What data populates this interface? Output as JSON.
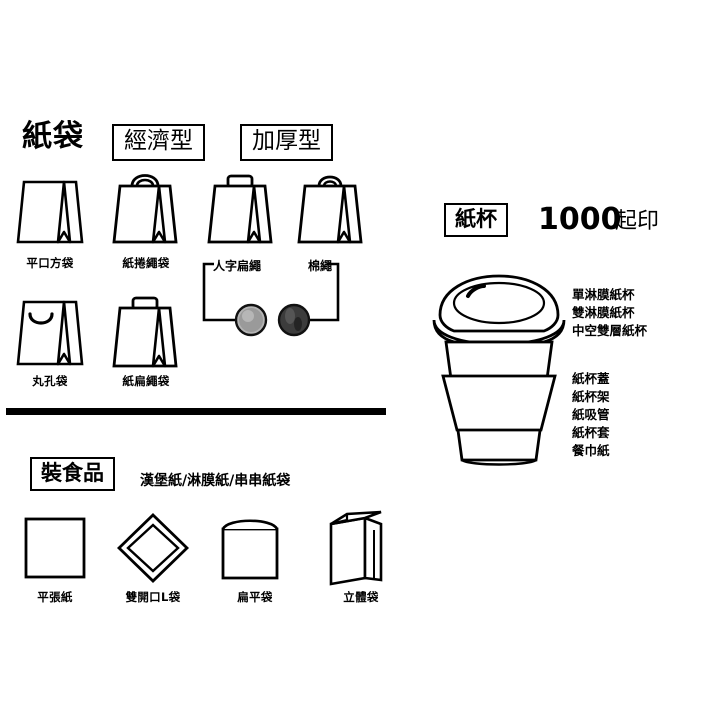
{
  "sections": {
    "paper_bag": {
      "title": "紙袋",
      "badges": [
        {
          "label": "經濟型"
        },
        {
          "label": "加厚型"
        }
      ],
      "row1": [
        {
          "caption": "平口方袋",
          "icon": "flat-square-bag-icon"
        },
        {
          "caption": "紙捲繩袋",
          "icon": "twisted-rope-handle-bag-icon"
        },
        {
          "caption": "人字扁繩",
          "icon": "herringbone-flat-rope-icon"
        },
        {
          "caption": "棉繩",
          "icon": "cotton-rope-icon"
        }
      ],
      "row2": [
        {
          "caption": "丸孔袋",
          "icon": "round-hole-bag-icon"
        },
        {
          "caption": "紙扁繩袋",
          "icon": "flat-rope-handle-bag-icon"
        }
      ]
    },
    "paper_cup": {
      "badge": "紙杯",
      "moq_number": "1000",
      "moq_unit": "起印",
      "cup_icon": "paper-cup-with-lid-icon",
      "list_group_1": [
        "單淋膜紙杯",
        "雙淋膜紙杯",
        "中空雙層紙杯"
      ],
      "list_group_2": [
        "紙杯蓋",
        "紙杯架",
        "紙吸管",
        "紙杯套",
        "餐巾紙"
      ]
    },
    "food_packaging": {
      "badge": "裝食品",
      "subtitle": "漢堡紙/淋膜紙/串串紙袋",
      "items": [
        {
          "caption": "平張紙",
          "icon": "flat-sheet-paper-icon"
        },
        {
          "caption": "雙開口L袋",
          "icon": "double-open-l-bag-icon"
        },
        {
          "caption": "扁平袋",
          "icon": "flat-bag-icon"
        },
        {
          "caption": "立體袋",
          "icon": "three-dimensional-bag-icon"
        }
      ]
    }
  },
  "colors": {
    "line": "#000000",
    "background": "#ffffff",
    "rope_light": "#a8a8a8",
    "rope_dark": "#3a3a3a"
  }
}
